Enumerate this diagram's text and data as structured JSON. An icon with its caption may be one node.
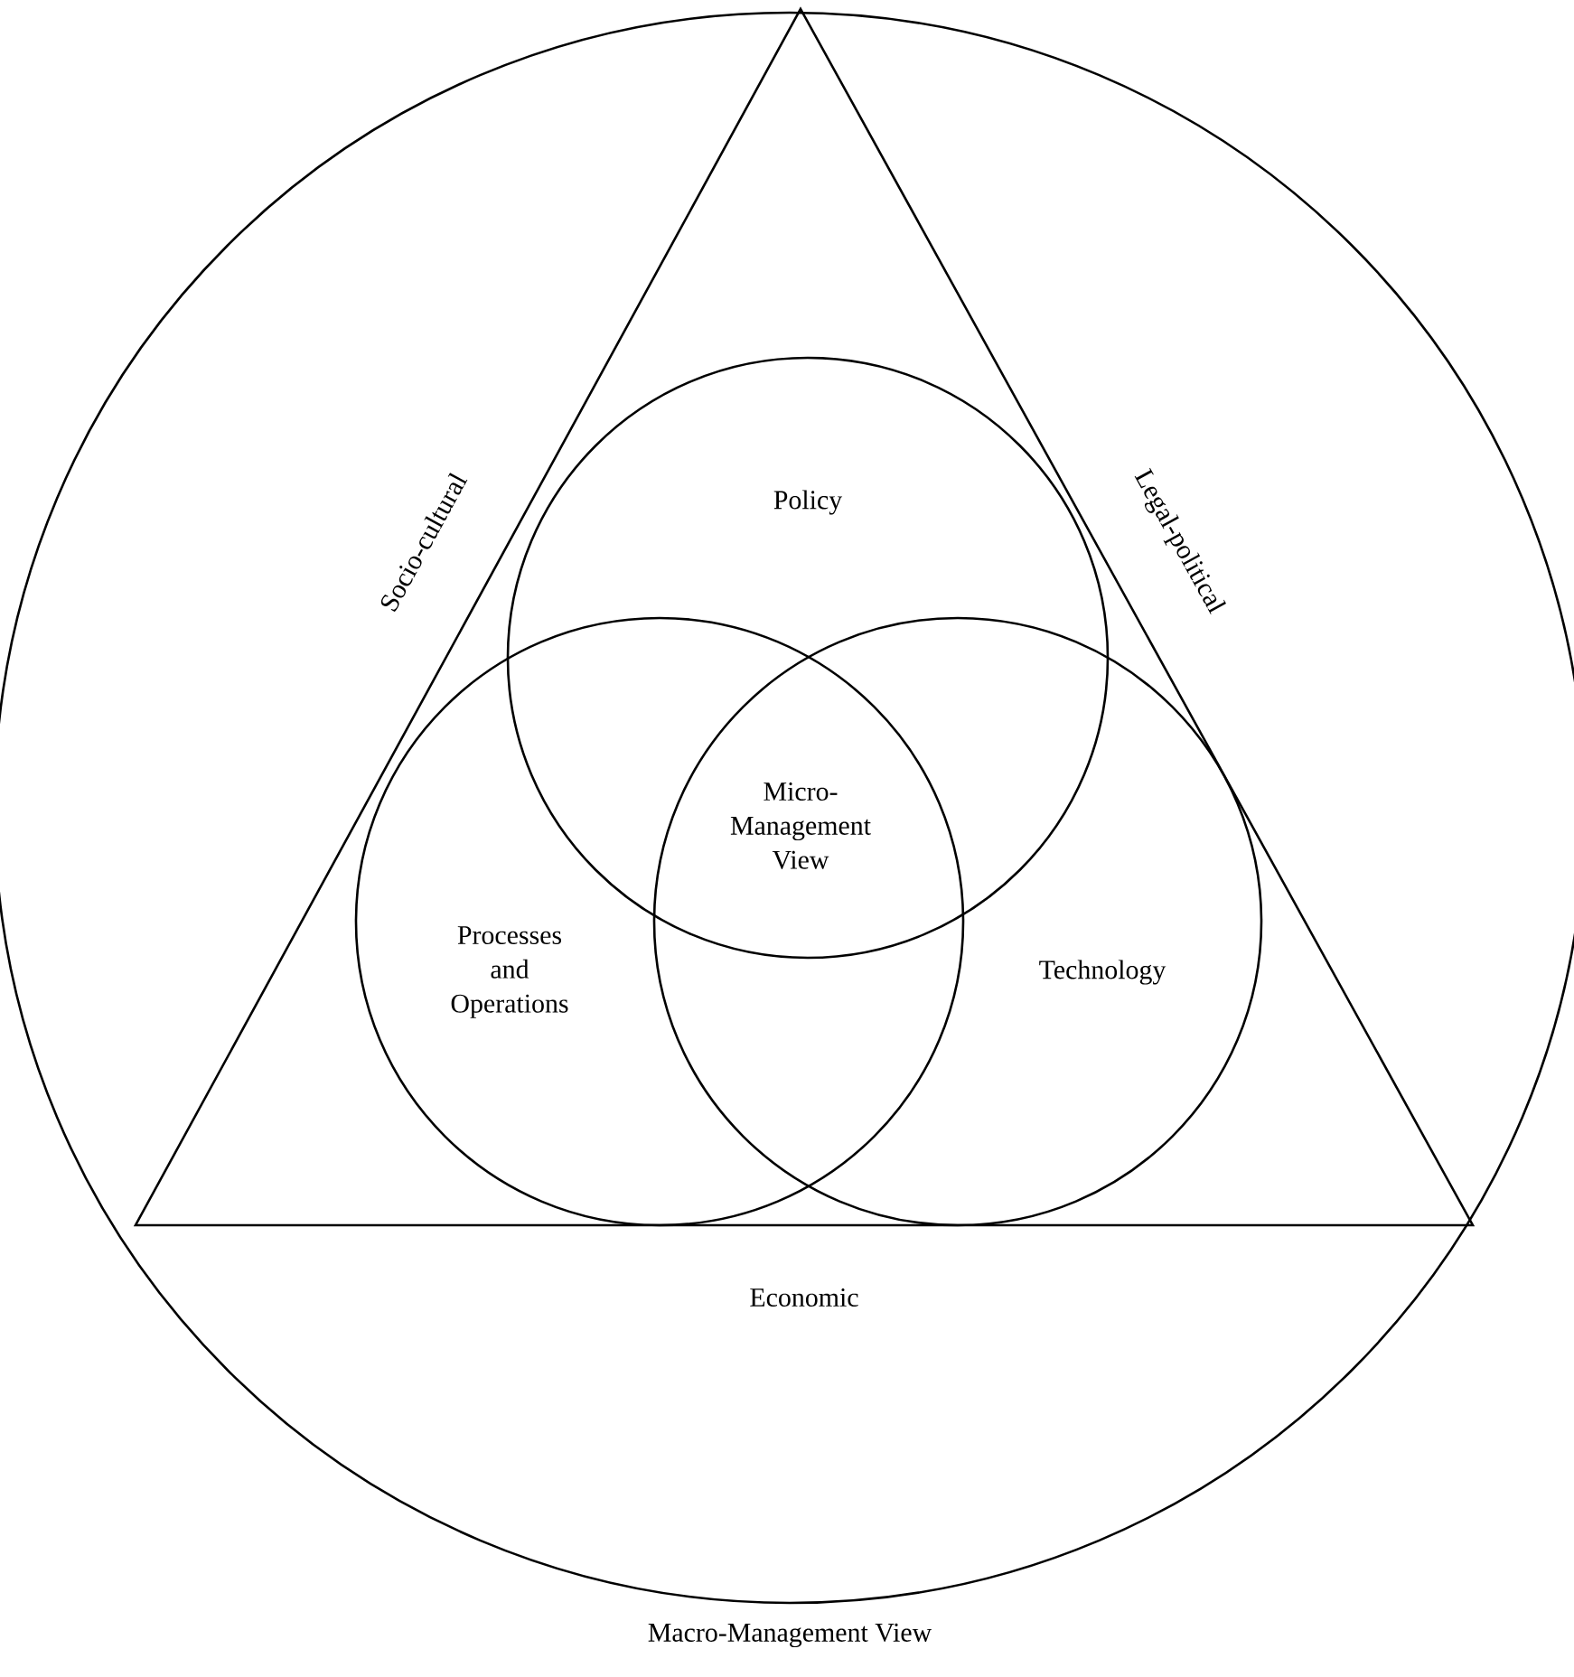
{
  "diagram": {
    "nodes": [
      {
        "text": [
          "Macro-Management View"
        ]
      },
      {
        "text": [
          "Socio-cultural",
          "Legal-political",
          "Economic"
        ],
        "in": 0
      },
      {
        "text": [
          "Policy"
        ],
        "in": 1
      },
      {
        "text": [
          "Processes and Operations"
        ],
        "in": 1
      },
      {
        "text": [
          "Technology"
        ],
        "in": 1
      }
    ],
    "edges": [],
    "labels": [
      "Micro-Management View"
    ]
  }
}
